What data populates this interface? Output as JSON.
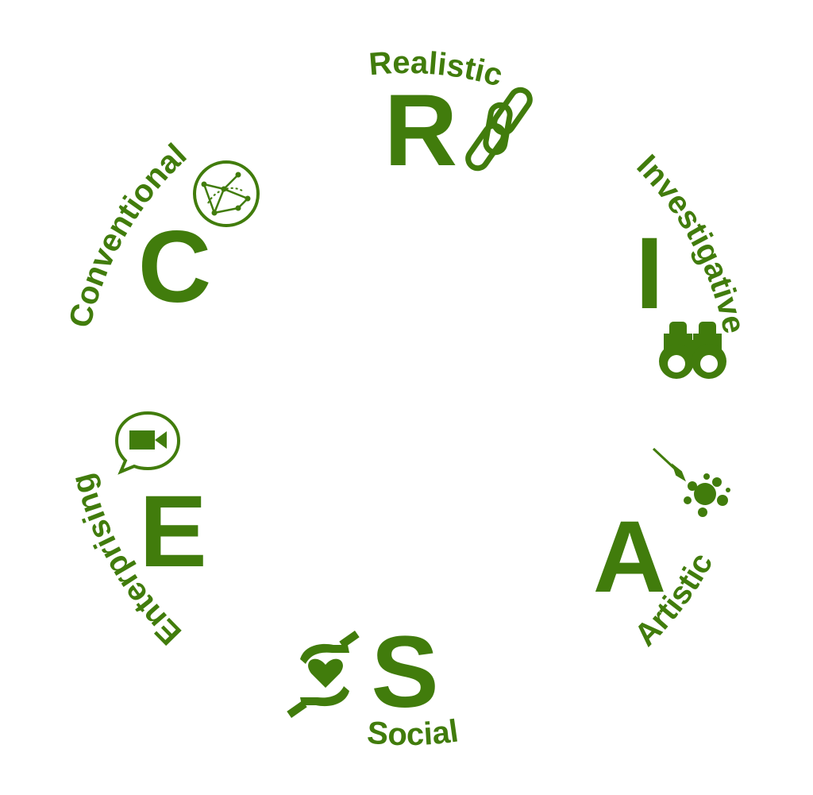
{
  "accent_color": "#417c0c",
  "types": [
    {
      "key": "realistic",
      "letter": "R",
      "label": "Realistic",
      "icon": "chain-link-icon"
    },
    {
      "key": "investigative",
      "letter": "I",
      "label": "Investigative",
      "icon": "binoculars-icon"
    },
    {
      "key": "artistic",
      "letter": "A",
      "label": "Artistic",
      "icon": "paintbrush-splash-icon"
    },
    {
      "key": "social",
      "letter": "S",
      "label": "Social",
      "icon": "hands-heart-icon"
    },
    {
      "key": "enterprising",
      "letter": "E",
      "label": "Enterprising",
      "icon": "video-chat-icon"
    },
    {
      "key": "conventional",
      "letter": "C",
      "label": "Conventional",
      "icon": "network-globe-icon"
    }
  ]
}
